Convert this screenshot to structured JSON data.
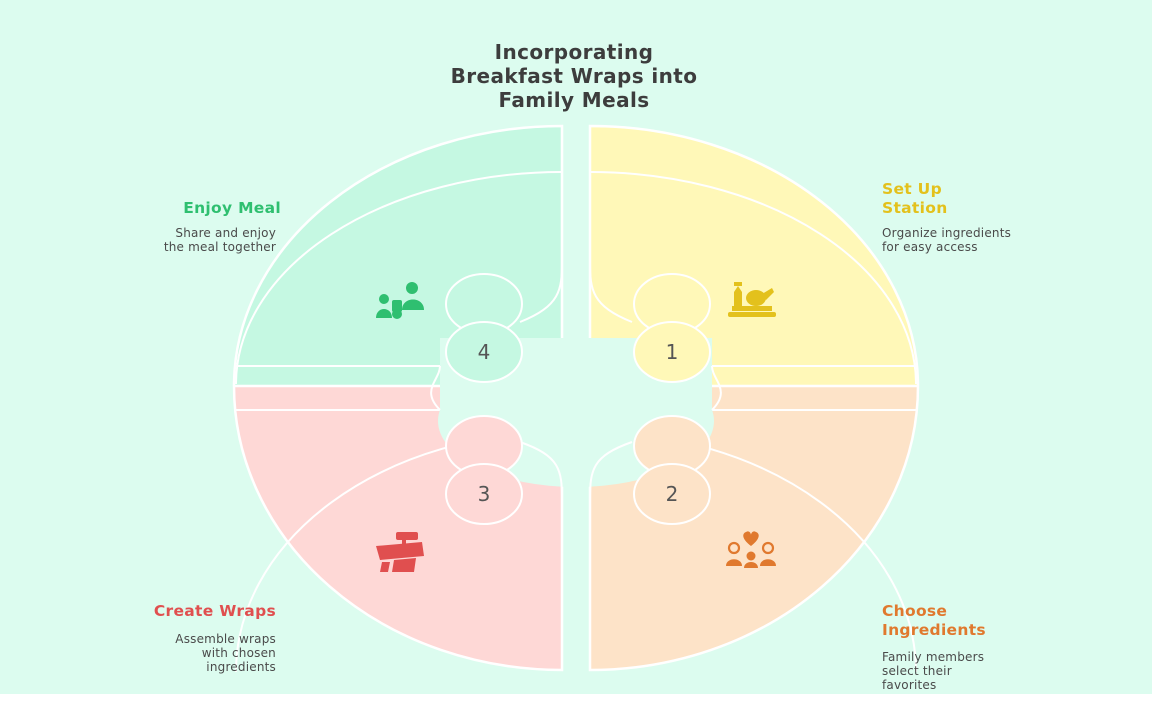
{
  "title": {
    "lines": [
      "Incorporating",
      "Breakfast Wraps into",
      "Family Meals"
    ]
  },
  "colors": {
    "background": "#dcfcef",
    "step1": "#fff8b8",
    "step2": "#fde3c8",
    "step3": "#fed8d6",
    "step4": "#c5f8e2",
    "step1_accent": "#e3c11c",
    "step2_accent": "#e0792e",
    "step3_accent": "#e04f4f",
    "step4_accent": "#2fbf70"
  },
  "steps": [
    {
      "number": "1",
      "heading_lines": [
        "Set Up",
        "Station"
      ],
      "desc_lines": [
        "Organize ingredients",
        "for easy access"
      ],
      "icon": "food-tray-icon"
    },
    {
      "number": "2",
      "heading_lines": [
        "Choose",
        "Ingredients"
      ],
      "desc_lines": [
        "Family members",
        "select their",
        "favorites"
      ],
      "icon": "family-heart-icon"
    },
    {
      "number": "3",
      "heading_lines": [
        "Create Wraps"
      ],
      "desc_lines": [
        "Assemble wraps",
        "with chosen",
        "ingredients"
      ],
      "icon": "wrap-tools-icon"
    },
    {
      "number": "4",
      "heading_lines": [
        "Enjoy Meal"
      ],
      "desc_lines": [
        "Share and enjoy",
        "the meal together"
      ],
      "icon": "people-sharing-icon"
    }
  ]
}
